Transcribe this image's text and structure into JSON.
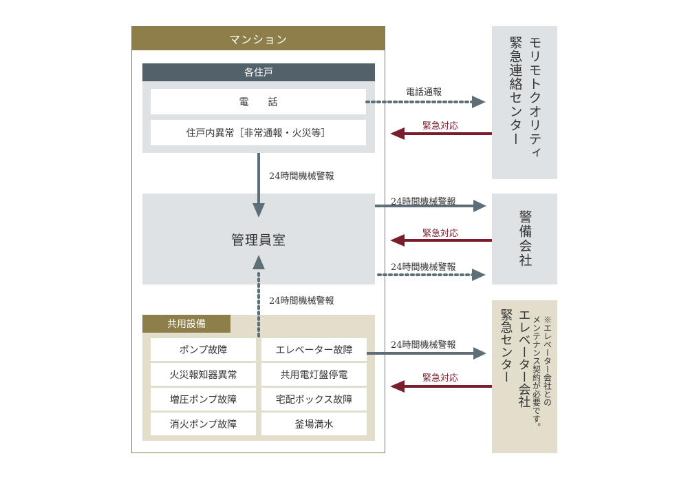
{
  "mansion": {
    "title": "マンション",
    "units": {
      "title": "各住戸",
      "phone": "電　　話",
      "anomaly": "住戸内異常［非常通報・火災等］"
    },
    "manager_room": "管理員室",
    "common": {
      "title": "共用設備",
      "items": [
        "ポンプ故障",
        "エレベーター故障",
        "火災報知器異常",
        "共用電灯盤停電",
        "増圧ポンプ故障",
        "宅配ボックス故障",
        "消火ポンプ故障",
        "釜場満水"
      ]
    }
  },
  "centers": {
    "morimoto": {
      "line1": "モリモトクオリティ",
      "line2": "緊急連絡センター"
    },
    "security": "警備会社",
    "elevator": {
      "line1": "エレベーター会社",
      "line2": "緊急センター",
      "note1": "※エレベーター会社との",
      "note2": "メンテナンス契約が必要です。"
    }
  },
  "labels": {
    "phone_report": "電話通報",
    "emergency": "緊急対応",
    "alarm24": "24時間機械警報"
  },
  "colors": {
    "gold": "#8d7e4a",
    "slate": "#53626a",
    "arrow_gray": "#5e6e76",
    "arrow_red": "#7b1d2c"
  }
}
